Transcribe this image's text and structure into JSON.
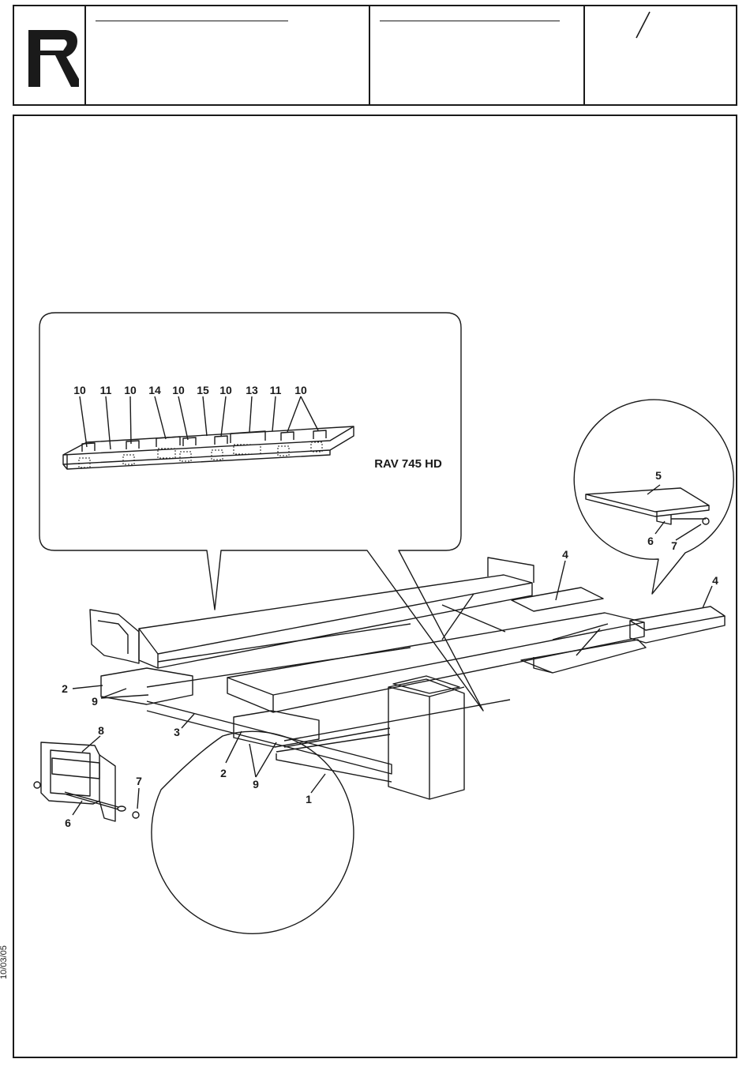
{
  "header": {
    "logo_icon": "roberts-r-logo",
    "field_1": "",
    "field_2": "",
    "page_slash": "/"
  },
  "footer": {
    "date": "10/03/05"
  },
  "inset_top": {
    "labels": [
      "10",
      "11",
      "10",
      "14",
      "10",
      "15",
      "10",
      "13",
      "11",
      "10"
    ],
    "model": "RAV 745 HD"
  },
  "inset_right": {
    "labels": [
      "5",
      "6",
      "7"
    ]
  },
  "inset_left": {
    "labels": [
      "8",
      "7",
      "6"
    ]
  },
  "main_callouts": [
    "4",
    "4",
    "2",
    "9",
    "3",
    "2",
    "9",
    "1"
  ],
  "colors": {
    "line": "#1a1a1a",
    "paper": "#ffffff"
  }
}
